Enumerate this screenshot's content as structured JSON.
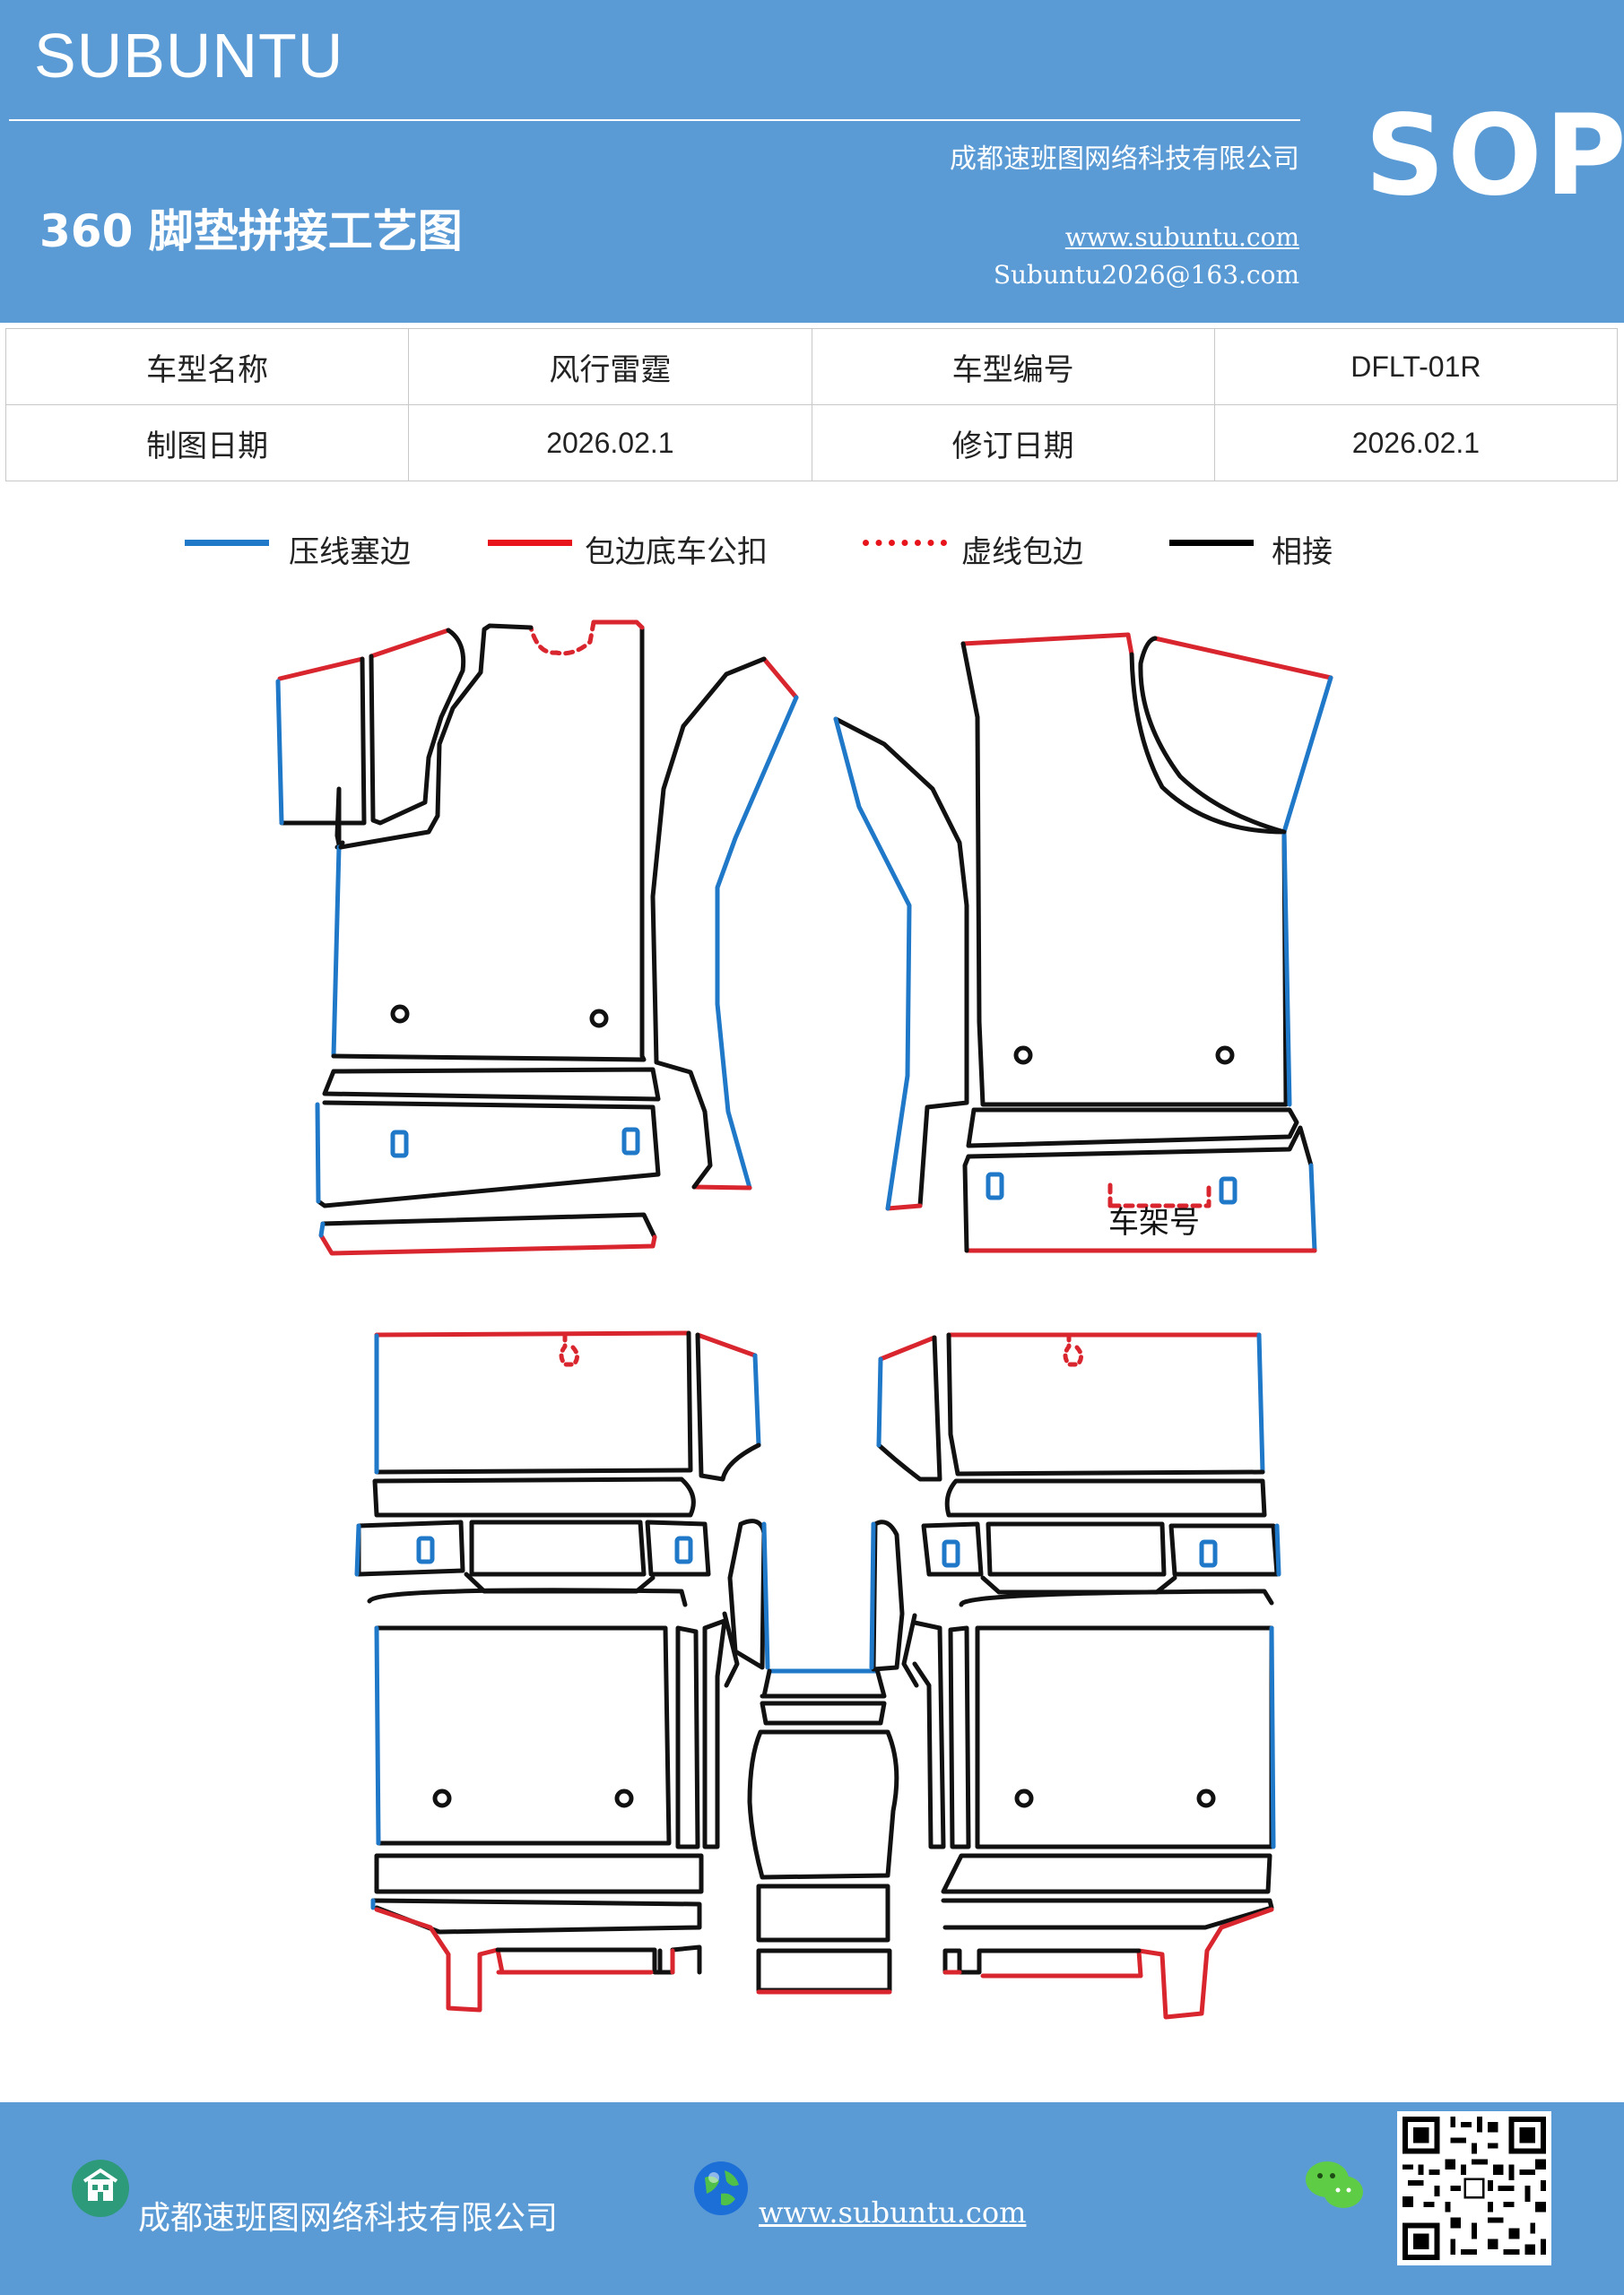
{
  "header": {
    "brand": "SUBUNTU",
    "company": "成都速班图网络科技有限公司",
    "sop": "SOP",
    "title": "360 脚垫拼接工艺图",
    "website": "www.subuntu.com",
    "email": "Subuntu2026@163.com"
  },
  "info": {
    "model_name_label": "车型名称",
    "model_name": "风行雷霆",
    "model_code_label": "车型编号",
    "model_code": "DFLT-01R",
    "draw_date_label": "制图日期",
    "draw_date": "2026.02.1",
    "revise_date_label": "修订日期",
    "revise_date": "2026.02.1"
  },
  "legend": [
    {
      "label": "压线塞边",
      "color": "#1f78c8",
      "style": "solid"
    },
    {
      "label": "包边底车公扣",
      "color": "#e8141c",
      "style": "solid"
    },
    {
      "label": "虚线包边",
      "color": "#e8141c",
      "style": "dotted"
    },
    {
      "label": "相接",
      "color": "#000000",
      "style": "solid"
    }
  ],
  "diagram": {
    "frame_label": "车架号",
    "colors": {
      "press": "#1f78c8",
      "wrap": "#d9262e",
      "join": "#111111"
    }
  },
  "footer": {
    "company": "成都速班图网络科技有限公司",
    "website": "www.subuntu.com"
  }
}
